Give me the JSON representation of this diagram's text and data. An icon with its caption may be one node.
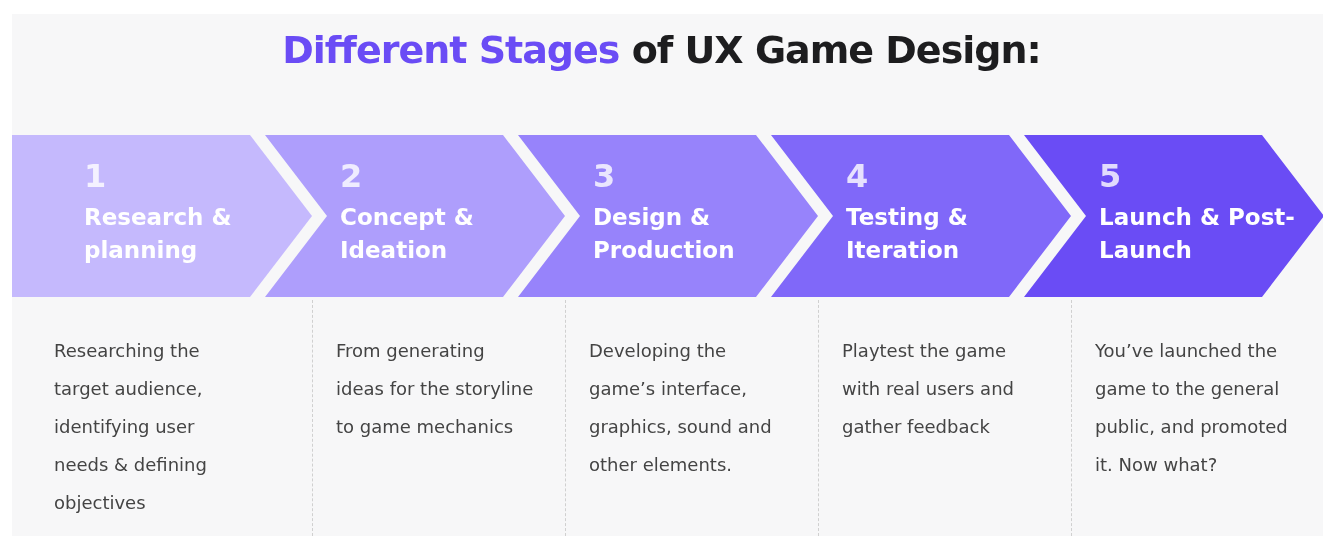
{
  "diagram": {
    "title": "Different Stages of UX Game Design:",
    "nodes": [
      {
        "text": [
          "1",
          "Research & planning"
        ],
        "beside": [
          "Researching the target audience, identifying user needs & defining objectives"
        ]
      },
      {
        "text": [
          "2",
          "Concept & Ideation"
        ],
        "beside": [
          "From generating ideas for the storyline to game mechanics"
        ]
      },
      {
        "text": [
          "3",
          "Design & Production"
        ],
        "beside": [
          "Developing the game’s interface, graphics, sound and other elements."
        ]
      },
      {
        "text": [
          "4",
          "Testing & Iteration"
        ],
        "beside": [
          "Playtest the game with real users and gather feedback"
        ]
      },
      {
        "text": [
          "5",
          "Launch & Post-Launch"
        ],
        "beside": [
          "You’ve launched the game to the general public, and promoted it. Now what?"
        ]
      }
    ],
    "edges": []
  }
}
